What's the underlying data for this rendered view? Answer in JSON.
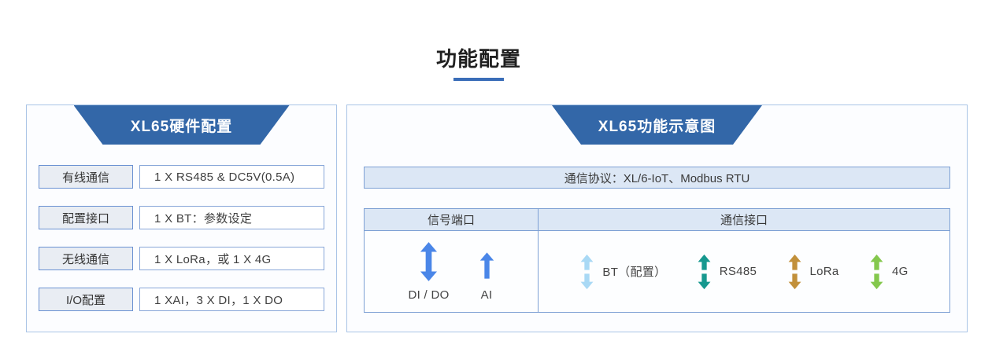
{
  "page": {
    "title": "功能配置"
  },
  "left_panel": {
    "header": "XL65硬件配置",
    "rows": [
      {
        "label": "有线通信",
        "value": "1 X RS485 & DC5V(0.5A)"
      },
      {
        "label": "配置接口",
        "value": "1 X BT：参数设定"
      },
      {
        "label": "无线通信",
        "value": "1 X LoRa，或 1 X 4G"
      },
      {
        "label": "I/O配置",
        "value": "1 XAI，3 X DI，1 X DO"
      }
    ]
  },
  "right_panel": {
    "header": "XL65功能示意图",
    "protocol_bar": "通信协议：XL/6-IoT、Modbus RTU",
    "table": {
      "signal_header": "信号端口",
      "comm_header": "通信接口",
      "signal_items": [
        {
          "label": "DI / DO",
          "arrow": "double-vertical-arrow",
          "color": "#4a86e8"
        },
        {
          "label": "AI",
          "arrow": "up-arrow",
          "color": "#4a86e8"
        }
      ],
      "comm_items": [
        {
          "label": "BT（配置）",
          "arrow": "split-double-arrow",
          "color": "#a9d9f5"
        },
        {
          "label": "RS485",
          "arrow": "split-double-arrow",
          "color": "#16988f"
        },
        {
          "label": "LoRa",
          "arrow": "split-double-arrow",
          "color": "#c2903a"
        },
        {
          "label": "4G",
          "arrow": "split-double-arrow",
          "color": "#84c84d"
        }
      ]
    }
  },
  "colors": {
    "header_trapezoid": "#3367a8",
    "title_underline": "#3a6db8",
    "panel_border": "#a9c4e6",
    "table_border": "#7da0d4",
    "light_blue_fill": "#dce7f5",
    "label_fill": "#e9edf3"
  }
}
